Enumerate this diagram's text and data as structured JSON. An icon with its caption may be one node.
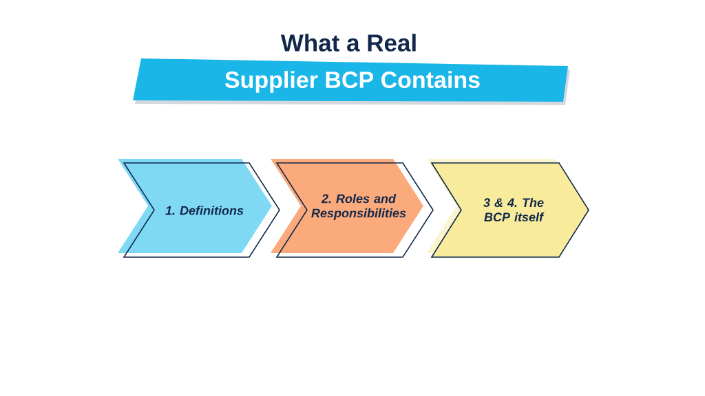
{
  "diagram": {
    "nodes": [
      {
        "text": [
          "What a Real",
          "Supplier BCP Contains"
        ]
      },
      {
        "text": [
          "1. Definitions"
        ]
      },
      {
        "text": [
          "2. Roles and Responsibilities"
        ]
      },
      {
        "text": [
          "3 & 4. The BCP itself"
        ]
      }
    ]
  }
}
